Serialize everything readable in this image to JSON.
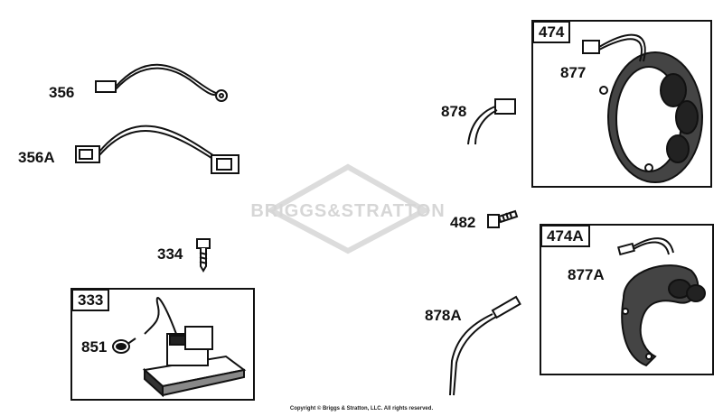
{
  "watermark": {
    "text": "BRIGGS&STRATTON"
  },
  "copyright": "Copyright © Briggs & Stratton, LLC. All rights reserved.",
  "parts": {
    "p356": "356",
    "p356a": "356A",
    "p334": "334",
    "p333": "333",
    "p851": "851",
    "p878": "878",
    "p474": "474",
    "p877": "877",
    "p482": "482",
    "p474a": "474A",
    "p877a": "877A",
    "p878a": "878A"
  }
}
